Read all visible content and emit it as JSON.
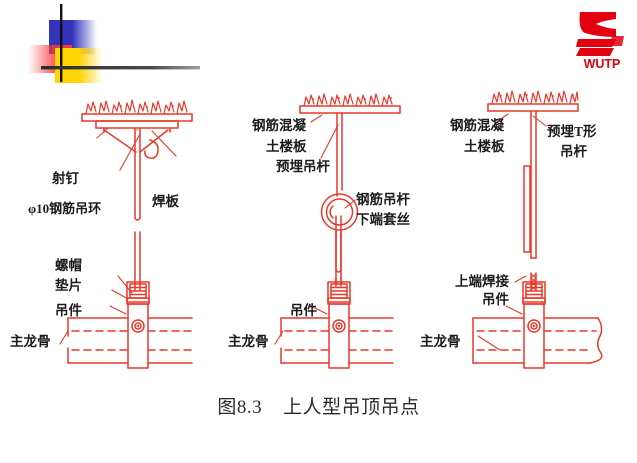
{
  "slide": {
    "title_caption": "图8.3    上人型吊顶吊点",
    "figure_number": "图8.3",
    "figure_name": "上人型吊顶吊点",
    "background_color": "#ffffff",
    "line_color": "#e8392c",
    "text_color": "#1b1b1b"
  },
  "logo": {
    "name": "WUTP",
    "text": "WUTP",
    "color": "#e3000f"
  },
  "decoration": {
    "blue_block_color": "#3333bb",
    "red_block_color": "#f73a3a",
    "yellow_block_color": "#ffd400",
    "bar_color": "#333333"
  },
  "diagrams": [
    {
      "id": "detail-left",
      "name": "射钉焊板吊环吊点",
      "labels": [
        {
          "key": "shooting-nail",
          "text": "射钉"
        },
        {
          "key": "weld-plate",
          "text": "焊板"
        },
        {
          "key": "rebar-ring",
          "text": "φ10钢筋吊环"
        },
        {
          "key": "nut",
          "text": "螺帽"
        },
        {
          "key": "washer",
          "text": "垫片"
        },
        {
          "key": "hanger-piece",
          "text": "吊件"
        },
        {
          "key": "main-runner",
          "text": "主龙骨"
        }
      ]
    },
    {
      "id": "detail-middle",
      "name": "预埋吊杆吊点",
      "labels": [
        {
          "key": "rc-slab-line1",
          "text": "钢筋混凝"
        },
        {
          "key": "rc-slab-line2",
          "text": "土楼板"
        },
        {
          "key": "embedded-rod",
          "text": "预埋吊杆"
        },
        {
          "key": "rebar-rod-line1",
          "text": "钢筋吊杆"
        },
        {
          "key": "rebar-rod-line2",
          "text": "下端套丝"
        },
        {
          "key": "hanger-piece",
          "text": "吊件"
        },
        {
          "key": "main-runner",
          "text": "主龙骨"
        }
      ]
    },
    {
      "id": "detail-right",
      "name": "预埋T形吊杆吊点",
      "labels": [
        {
          "key": "rc-slab-line1",
          "text": "钢筋混凝"
        },
        {
          "key": "rc-slab-line2",
          "text": "土楼板"
        },
        {
          "key": "t-rod-line1",
          "text": "预埋T形"
        },
        {
          "key": "t-rod-line2",
          "text": "吊杆"
        },
        {
          "key": "top-weld",
          "text": "上端焊接"
        },
        {
          "key": "hanger-piece",
          "text": "吊件"
        },
        {
          "key": "main-runner",
          "text": "主龙骨"
        }
      ]
    }
  ]
}
